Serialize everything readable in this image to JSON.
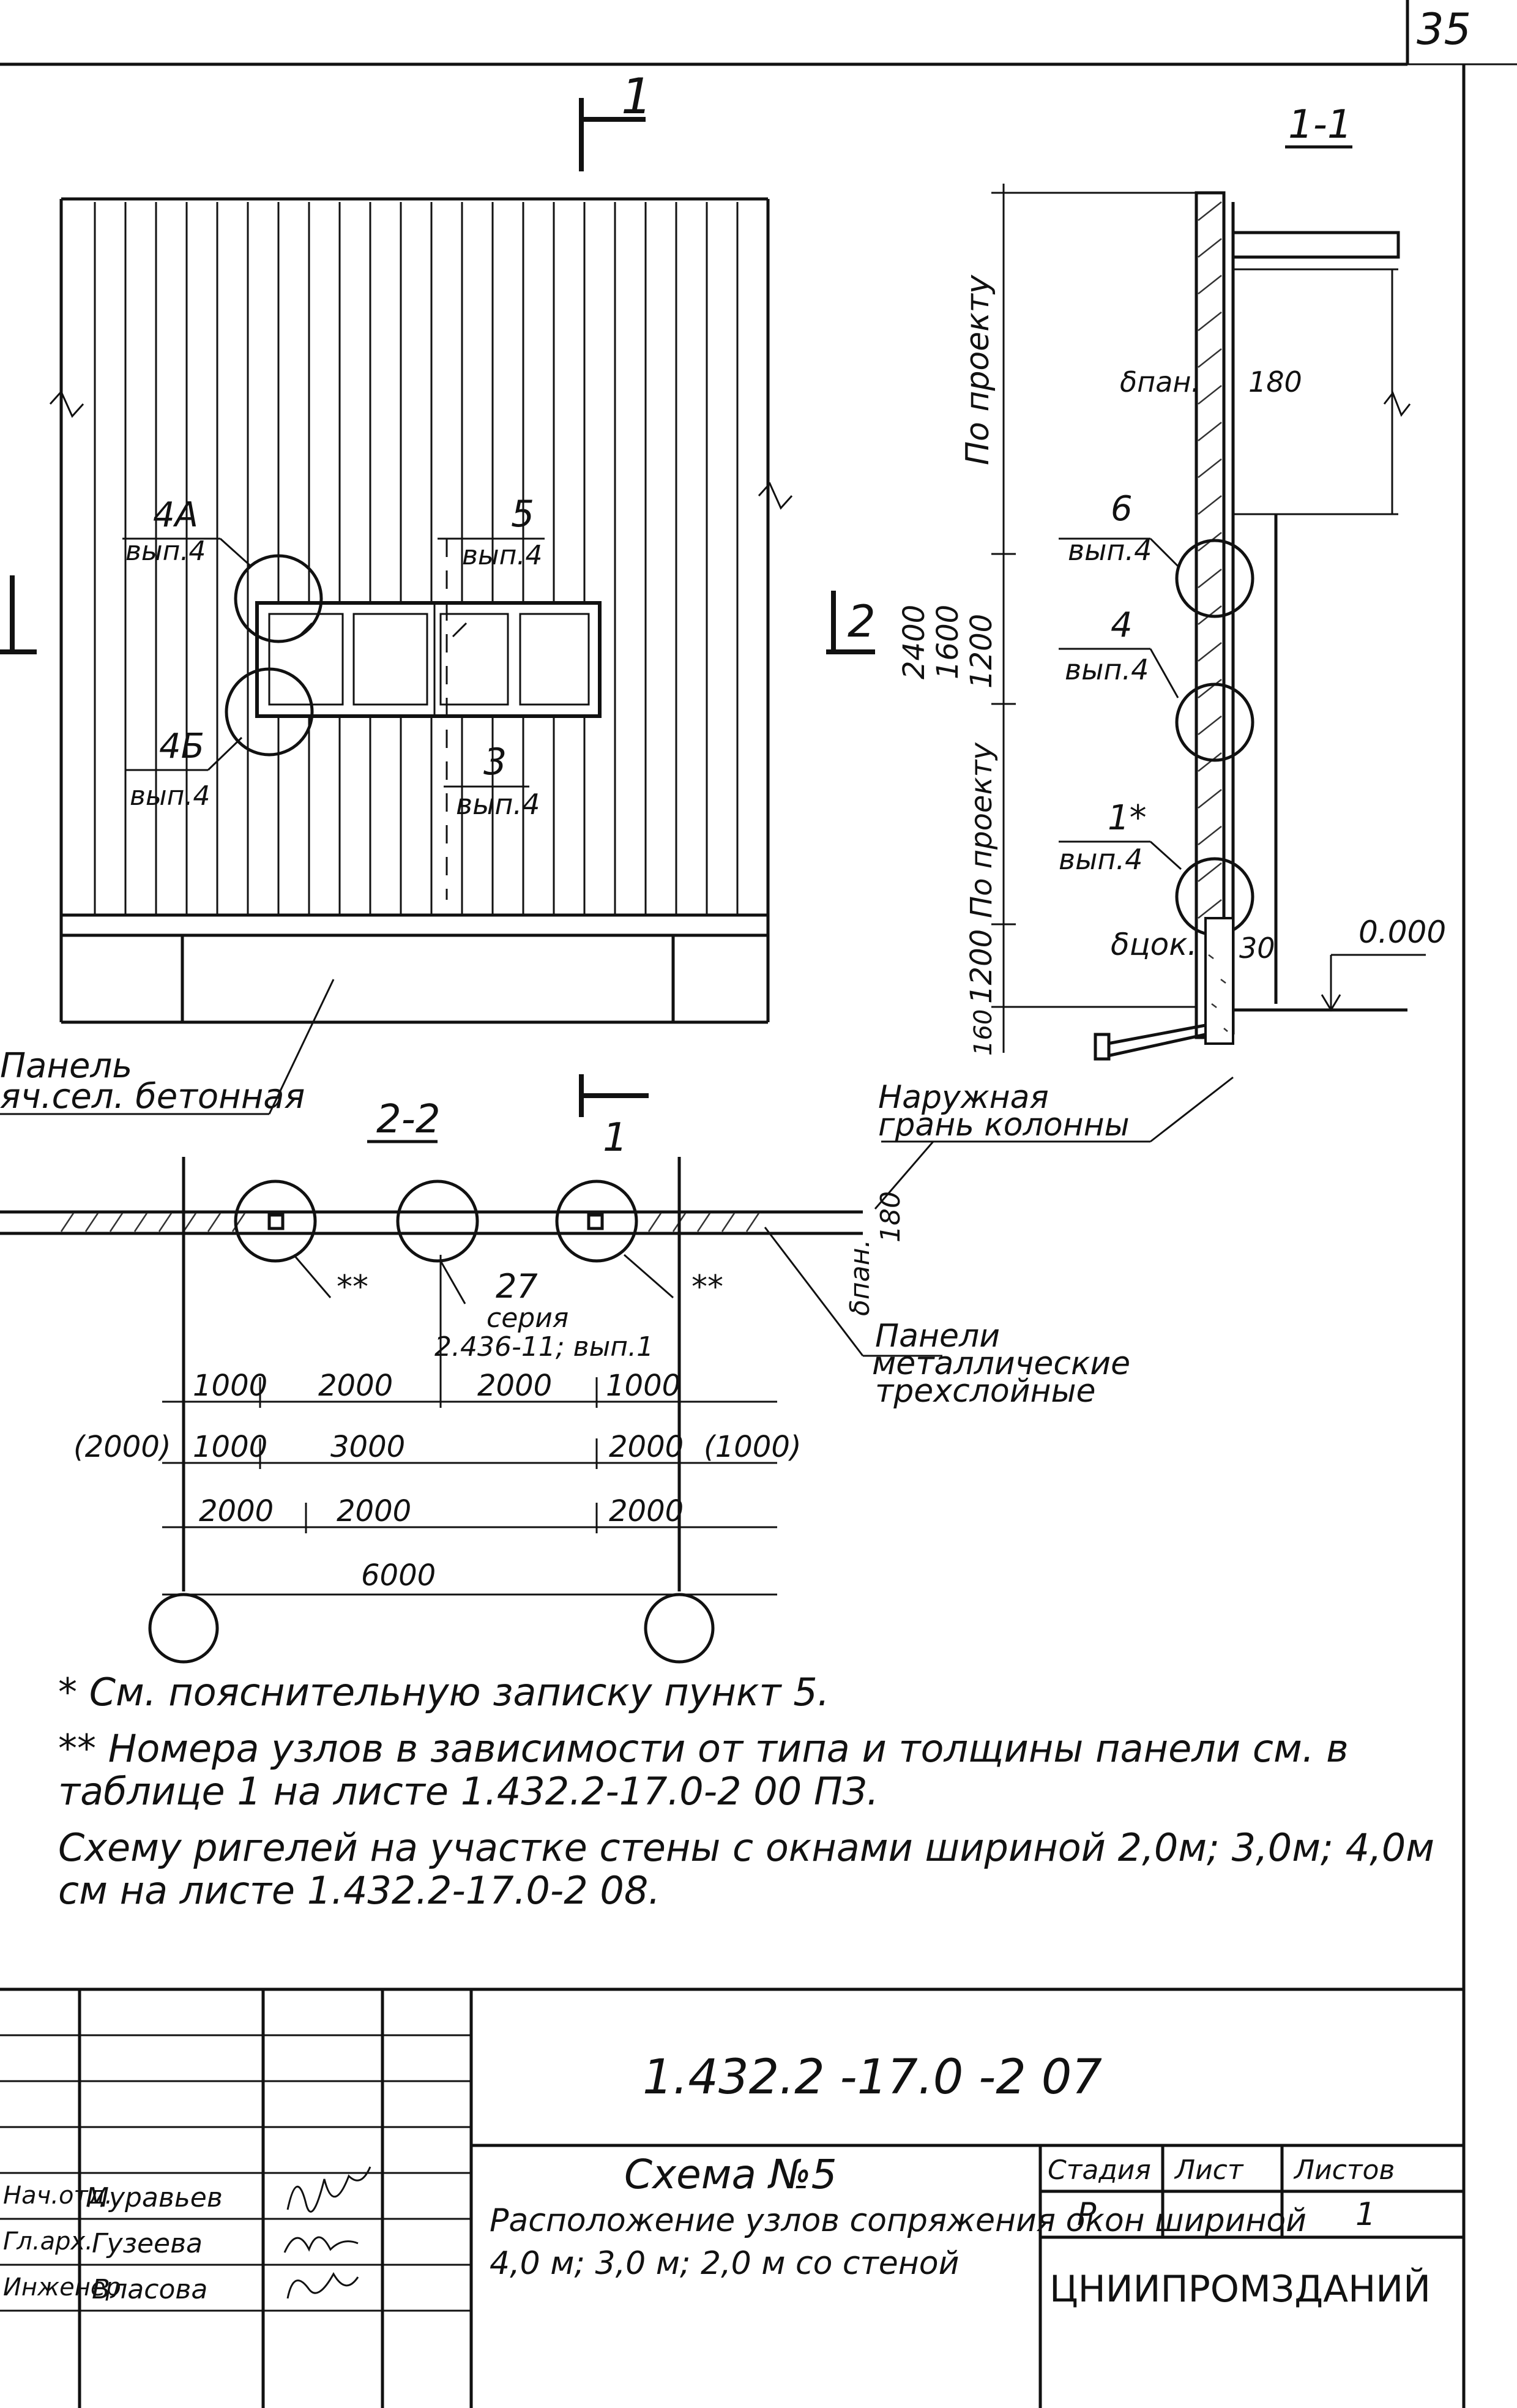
{
  "sheet": {
    "page_number": "35"
  },
  "section_marks": {
    "cut_1_top": "1",
    "cut_1_mid": "1",
    "cut_2": "2",
    "view_1_1": "1-1",
    "view_2_2": "2-2"
  },
  "elevation": {
    "callouts": [
      {
        "num": "4А",
        "sheet": "вып.4"
      },
      {
        "num": "5",
        "sheet": "вып.4"
      },
      {
        "num": "4Б",
        "sheet": "вып.4"
      },
      {
        "num": "3",
        "sheet": "вып.4"
      }
    ],
    "panel_label_line1": "Панель",
    "panel_label_line2": "яч.сел. бетонная"
  },
  "section_1_1": {
    "dim_by_project_top": "По проекту",
    "dim_by_project_mid": "По проекту",
    "dim_2400": "2400",
    "dim_1600": "1600",
    "dim_1200_a": "1200",
    "dim_1200_b": "1200",
    "dim_160": "160",
    "panel_thickness_label": "δпан.",
    "panel_thickness_value": "180",
    "plinth_label": "δцок.",
    "plinth_value": "30",
    "level_zero": "0.000",
    "callouts": [
      {
        "num": "6",
        "sheet": "вып.4"
      },
      {
        "num": "4",
        "sheet": "вып.4"
      },
      {
        "num": "1*",
        "sheet": "вып.4"
      }
    ],
    "column_face_line1": "Наружная",
    "column_face_line2": "грань колонны"
  },
  "section_2_2": {
    "thickness_value": "180",
    "thickness_label": "δпан.",
    "mark_left": "**",
    "mark_right": "**",
    "node_num": "27",
    "node_series": "серия",
    "node_ref": "2.436-11; вып.1",
    "panels_line1": "Панели",
    "panels_line2": "металлические",
    "panels_line3": "трехслойные",
    "dim_row1": [
      "1000",
      "2000",
      "2000",
      "1000"
    ],
    "dim_row2": [
      "(2000)",
      "1000",
      "3000",
      "2000",
      "(1000)"
    ],
    "dim_row3": [
      "2000",
      "2000",
      "2000"
    ],
    "dim_total": "6000"
  },
  "notes": {
    "note1": "* См. пояснительную записку пункт 5.",
    "note2": "** Номера узлов в зависимости от типа и толщины панели см. в таблице 1 на листе 1.432.2-17.0-2 00 ПЗ.",
    "note3": "Схему ригелей на участке стены с окнами шириной 2,0м; 3,0м; 4,0м см на листе 1.432.2-17.0-2 08."
  },
  "title_block": {
    "code": "1.432.2 -17.0 -2 07",
    "title_line1": "Схема №5",
    "title_line2": "Расположение узлов сопряжения окон шириной",
    "title_line3": "4,0 м; 3,0 м; 2,0 м со стеной",
    "stage_header": "Стадия",
    "sheet_header": "Лист",
    "sheets_header": "Листов",
    "stage_value": "Р",
    "sheets_value": "1",
    "organization": "ЦНИИПРОМЗДАНИЙ",
    "signatures": [
      {
        "role": "Нач.отд.",
        "name": "Муравьев"
      },
      {
        "role": "Гл.арх.",
        "name": "Гузеева"
      },
      {
        "role": "Инженер",
        "name": "Власова"
      }
    ]
  }
}
